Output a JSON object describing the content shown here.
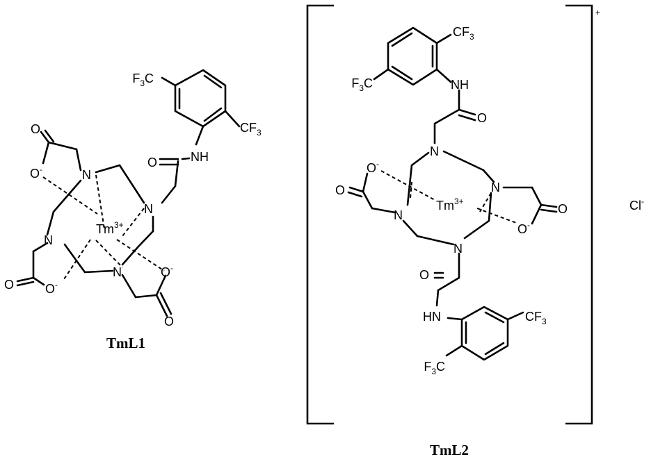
{
  "molecules": {
    "tml1": {
      "caption": "TmL1",
      "metal": {
        "symbol": "Tm",
        "charge": "3+"
      },
      "ring_nitrogens": [
        "N",
        "N",
        "N",
        "N"
      ],
      "amide": {
        "nh": "NH",
        "oxygen": "O"
      },
      "carboxylates": [
        {
          "o": "O",
          "o_minus": "O",
          "minus": "-"
        },
        {
          "o": "O",
          "o_minus": "O",
          "minus": "-"
        },
        {
          "o": "O",
          "o_minus": "O",
          "minus": "-"
        }
      ],
      "substituents": [
        {
          "pre": "F",
          "sub": "3",
          "post": "C"
        },
        {
          "pre": "CF",
          "sub": "3",
          "post": ""
        }
      ]
    },
    "tml2": {
      "caption": "TmL2",
      "metal": {
        "symbol": "Tm",
        "charge": "3+"
      },
      "complex_charge": "+",
      "counterion": {
        "symbol": "Cl",
        "charge": "-"
      },
      "ring_nitrogens": [
        "N",
        "N",
        "N",
        "N"
      ],
      "amides": [
        {
          "nh": "NH",
          "oxygen": "O"
        },
        {
          "nh": "HN",
          "oxygen": "O"
        }
      ],
      "carboxylates": [
        {
          "o": "O",
          "o_minus": "O",
          "minus": "-"
        },
        {
          "o": "O",
          "o_minus": "O",
          "minus": "-"
        }
      ],
      "substituents": [
        {
          "pre": "CF",
          "sub": "3",
          "post": ""
        },
        {
          "pre": "F",
          "sub": "3",
          "post": "C"
        },
        {
          "pre": "CF",
          "sub": "3",
          "post": ""
        },
        {
          "pre": "F",
          "sub": "3",
          "post": "C"
        }
      ]
    }
  }
}
